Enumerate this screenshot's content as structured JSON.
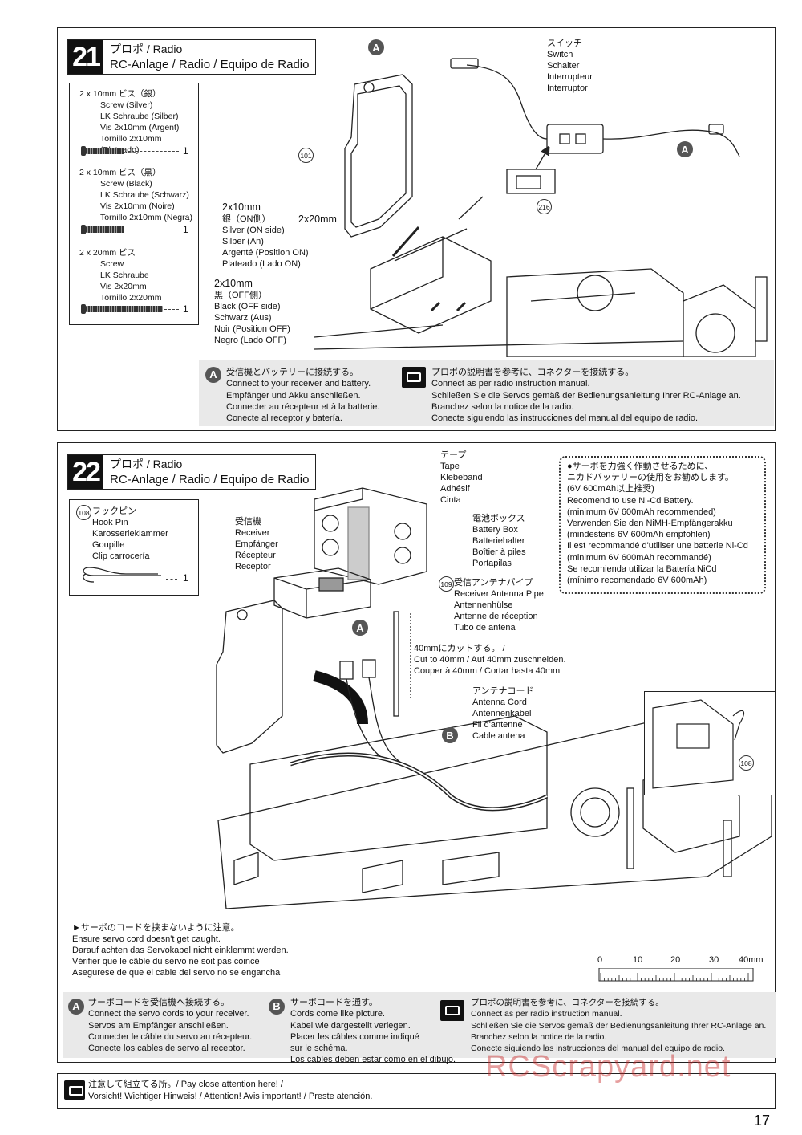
{
  "step21": {
    "number": "21",
    "title_jp": "プロポ / Radio",
    "title": "RC-Anlage / Radio / Equipo de Radio",
    "parts": [
      {
        "spec": "2 x 10mm  ビス（銀）",
        "names": "Screw (Silver)\nLK Schraube (Silber)\nVis 2x10mm (Argent)\nTornillo 2x10mm (Plateado)",
        "qty": "1"
      },
      {
        "spec": "2 x 10mm  ビス（黒）",
        "names": "Screw (Black)\nLK Schraube (Schwarz)\nVis 2x10mm (Noire)\nTornillo 2x10mm (Negra)",
        "qty": "1"
      },
      {
        "spec": "2 x 20mm  ビス",
        "names": "Screw\nLK Schraube\nVis 2x20mm\nTornillo 2x20mm",
        "qty": "1"
      }
    ],
    "switch_label": "スイッチ\nSwitch\nSchalter\nInterrupteur\nInterruptor",
    "silver_screw_label": "2x10mm",
    "silver_screw_desc": "銀（ON側）\nSilver (ON side)\nSilber (An)\nArgenté (Position ON)\nPlateado (Lado ON)",
    "screw20_label": "2x20mm",
    "black_screw_label": "2x10mm",
    "black_screw_desc": "黒（OFF側）\nBlack (OFF side)\nSchwarz (Aus)\nNoir (Position OFF)\nNegro (Lado OFF)",
    "part_101": "101",
    "part_216": "216",
    "badge_a": "A",
    "note_a": "受信機とバッテリーに接続する。\nConnect to your receiver and battery.\nEmpfänger und Akku anschließen.\nConnecter au récepteur et à la batterie.\nConecte al receptor y batería.",
    "note_hand": "プロポの説明書を参考に、コネクターを接続する。\nConnect as per radio instruction manual.\nSchließen Sie die Servos gemäß der Bedienungsanleitung Ihrer RC-Anlage an.\nBranchez selon la notice de la radio.\nConecte siguiendo las instrucciones del manual del equipo de radio."
  },
  "step22": {
    "number": "22",
    "title_jp": "プロポ / Radio",
    "title": "RC-Anlage / Radio / Equipo de Radio",
    "part_108_num": "108",
    "part_108": "フックピン\nHook Pin\nKarosserieklammer\nGoupille\nClip carrocería",
    "part_108_qty": "1",
    "tape_label": "テープ\nTape\nKlebeband\nAdhésif\nCinta",
    "battery_box_label": "電池ボックス\nBattery Box\nBatteriehalter\nBoîtier à piles\nPortapilas",
    "receiver_label": "受信機\nReceiver\nEmpfänger\nRécepteur\nReceptor",
    "antenna_pipe_num": "109",
    "antenna_pipe_label": "受信アンテナパイプ\nReceiver Antenna Pipe\nAntennenhülse\nAntenne de réception\nTubo de antena",
    "cut_label": "40mmにカットする。 /\nCut to 40mm / Auf 40mm zuschneiden.\nCouper à 40mm / Cortar hasta 40mm",
    "antenna_cord_label": "アンテナコード\nAntenna Cord\nAntennenkabel\nFil d'antenne\nCable antena",
    "nicd_note": "●サーボを力強く作動させるために、\n  ニカドバッテリーの使用をお勧めします。\n  (6V 600mAh以上推奨)\n  Recomend to use Ni-Cd Battery.\n  (minimum 6V 600mAh recommended)\n  Verwenden Sie den NiMH-Empfängerakku\n  (mindestens 6V 600mAh empfohlen)\n  Il est recommandé d'utiliser une batterie Ni-Cd\n  (minimum 6V 600mAh recommandé)\n  Se recomienda utilizar la Batería NiCd\n  (mínimo recomendado 6V 600mAh)",
    "servo_cord_note": "►サーボのコードを挟まないように注意。\n  Ensure servo cord doesn't get caught.\n  Darauf achten das Servokabel nicht einklemmt werden.\n  Vérifier que le câble du servo ne soit pas coincé\n  Asegurese de que el cable del servo no se engancha",
    "ruler_ticks": [
      "0",
      "10",
      "20",
      "30",
      "40mm"
    ],
    "badge_a": "A",
    "badge_b": "B",
    "note_a": "サーボコードを受信機へ接続する。\nConnect the servo cords to your receiver.\nServos am Empfänger anschließen.\nConnecter le câble du servo au récepteur.\nConecte los cables de servo al receptor.",
    "note_b": "サーボコードを通す。\nCords come like picture.\nKabel wie dargestellt verlegen.\nPlacer les câbles comme indiqué\n  sur le schéma.\nLos cables deben estar como en el dibujo.",
    "note_hand": "プロポの説明書を参考に、コネクターを接続する。\nConnect as per radio instruction manual.\nSchließen Sie die Servos gemäß der Bedienungsanleitung Ihrer RC-Anlage an.\nBranchez selon la notice de la radio.\nConecte siguiendo las instrucciones del manual del equipo de radio."
  },
  "footer": {
    "line1": "注意して組立てる所。/  Pay close attention here! /",
    "line2": "Vorsicht!  Wichtiger Hinweis! / Attention! Avis important! / Preste atención."
  },
  "watermark": "RCScrapyard.net",
  "page_number": "17"
}
